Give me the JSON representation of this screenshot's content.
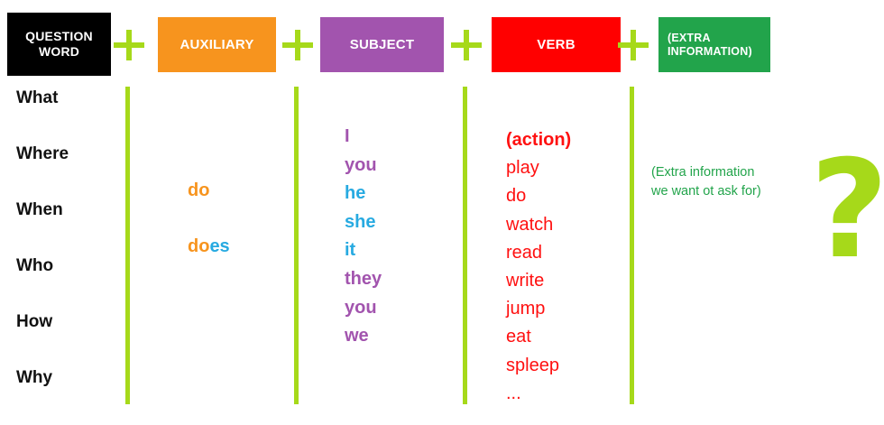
{
  "title": "English question structure diagram",
  "colors": {
    "green_accent": "#A6D91A",
    "black": "#000000",
    "orange": "#F7941E",
    "purple": "#A254AE",
    "red": "#FF0000",
    "green_box": "#22A44B",
    "blue": "#27AAE1"
  },
  "headers": [
    {
      "id": "question-word",
      "label": "QUESTION WORD",
      "bg": "#000000",
      "text_color": "#FFFFFF"
    },
    {
      "id": "auxiliary",
      "label": "AUXILIARY",
      "bg": "#F7941E",
      "text_color": "#FFFFFF"
    },
    {
      "id": "subject",
      "label": "SUBJECT",
      "bg": "#A254AE",
      "text_color": "#FFFFFF"
    },
    {
      "id": "verb",
      "label": "VERB",
      "bg": "#FF0000",
      "text_color": "#FFFFFF"
    },
    {
      "id": "extra-information",
      "label": "(EXTRA INFORMATION)",
      "bg": "#22A44B",
      "text_color": "#FFFFFF"
    }
  ],
  "operators": [
    {
      "id": "plus-1",
      "symbol": "+"
    },
    {
      "id": "plus-2",
      "symbol": "+"
    },
    {
      "id": "plus-3",
      "symbol": "+"
    },
    {
      "id": "plus-4",
      "symbol": "+"
    }
  ],
  "columns": {
    "question_words": {
      "items": [
        "What",
        "Where",
        "When",
        "Who",
        "How",
        "Why"
      ]
    },
    "auxiliaries": {
      "items": [
        {
          "text": "do",
          "parts": [
            {
              "text": "do",
              "color": "#F7941E"
            }
          ]
        },
        {
          "text": "does",
          "parts": [
            {
              "text": "do",
              "color": "#F7941E"
            },
            {
              "text": "es",
              "color": "#27AAE1"
            }
          ]
        }
      ]
    },
    "subjects": {
      "items": [
        {
          "text": "I",
          "color": "#A254AE"
        },
        {
          "text": "you",
          "color": "#A254AE"
        },
        {
          "text": "he",
          "color": "#27AAE1"
        },
        {
          "text": "she",
          "color": "#27AAE1"
        },
        {
          "text": "it",
          "color": "#27AAE1"
        },
        {
          "text": "they",
          "color": "#A254AE"
        },
        {
          "text": "you",
          "color": "#A254AE"
        },
        {
          "text": "we",
          "color": "#A254AE"
        }
      ]
    },
    "verbs": {
      "items": [
        {
          "text": "(action)",
          "bold": true
        },
        {
          "text": "play",
          "bold": false
        },
        {
          "text": "do",
          "bold": false
        },
        {
          "text": "watch",
          "bold": false
        },
        {
          "text": "read",
          "bold": false
        },
        {
          "text": "write",
          "bold": false
        },
        {
          "text": "jump",
          "bold": false
        },
        {
          "text": "eat",
          "bold": false
        },
        {
          "text": "spleep",
          "bold": false
        },
        {
          "text": "...",
          "bold": false
        }
      ]
    },
    "extra_information": {
      "line1": "(Extra information",
      "line2": "we want ot ask for)"
    }
  },
  "question_mark": "?"
}
